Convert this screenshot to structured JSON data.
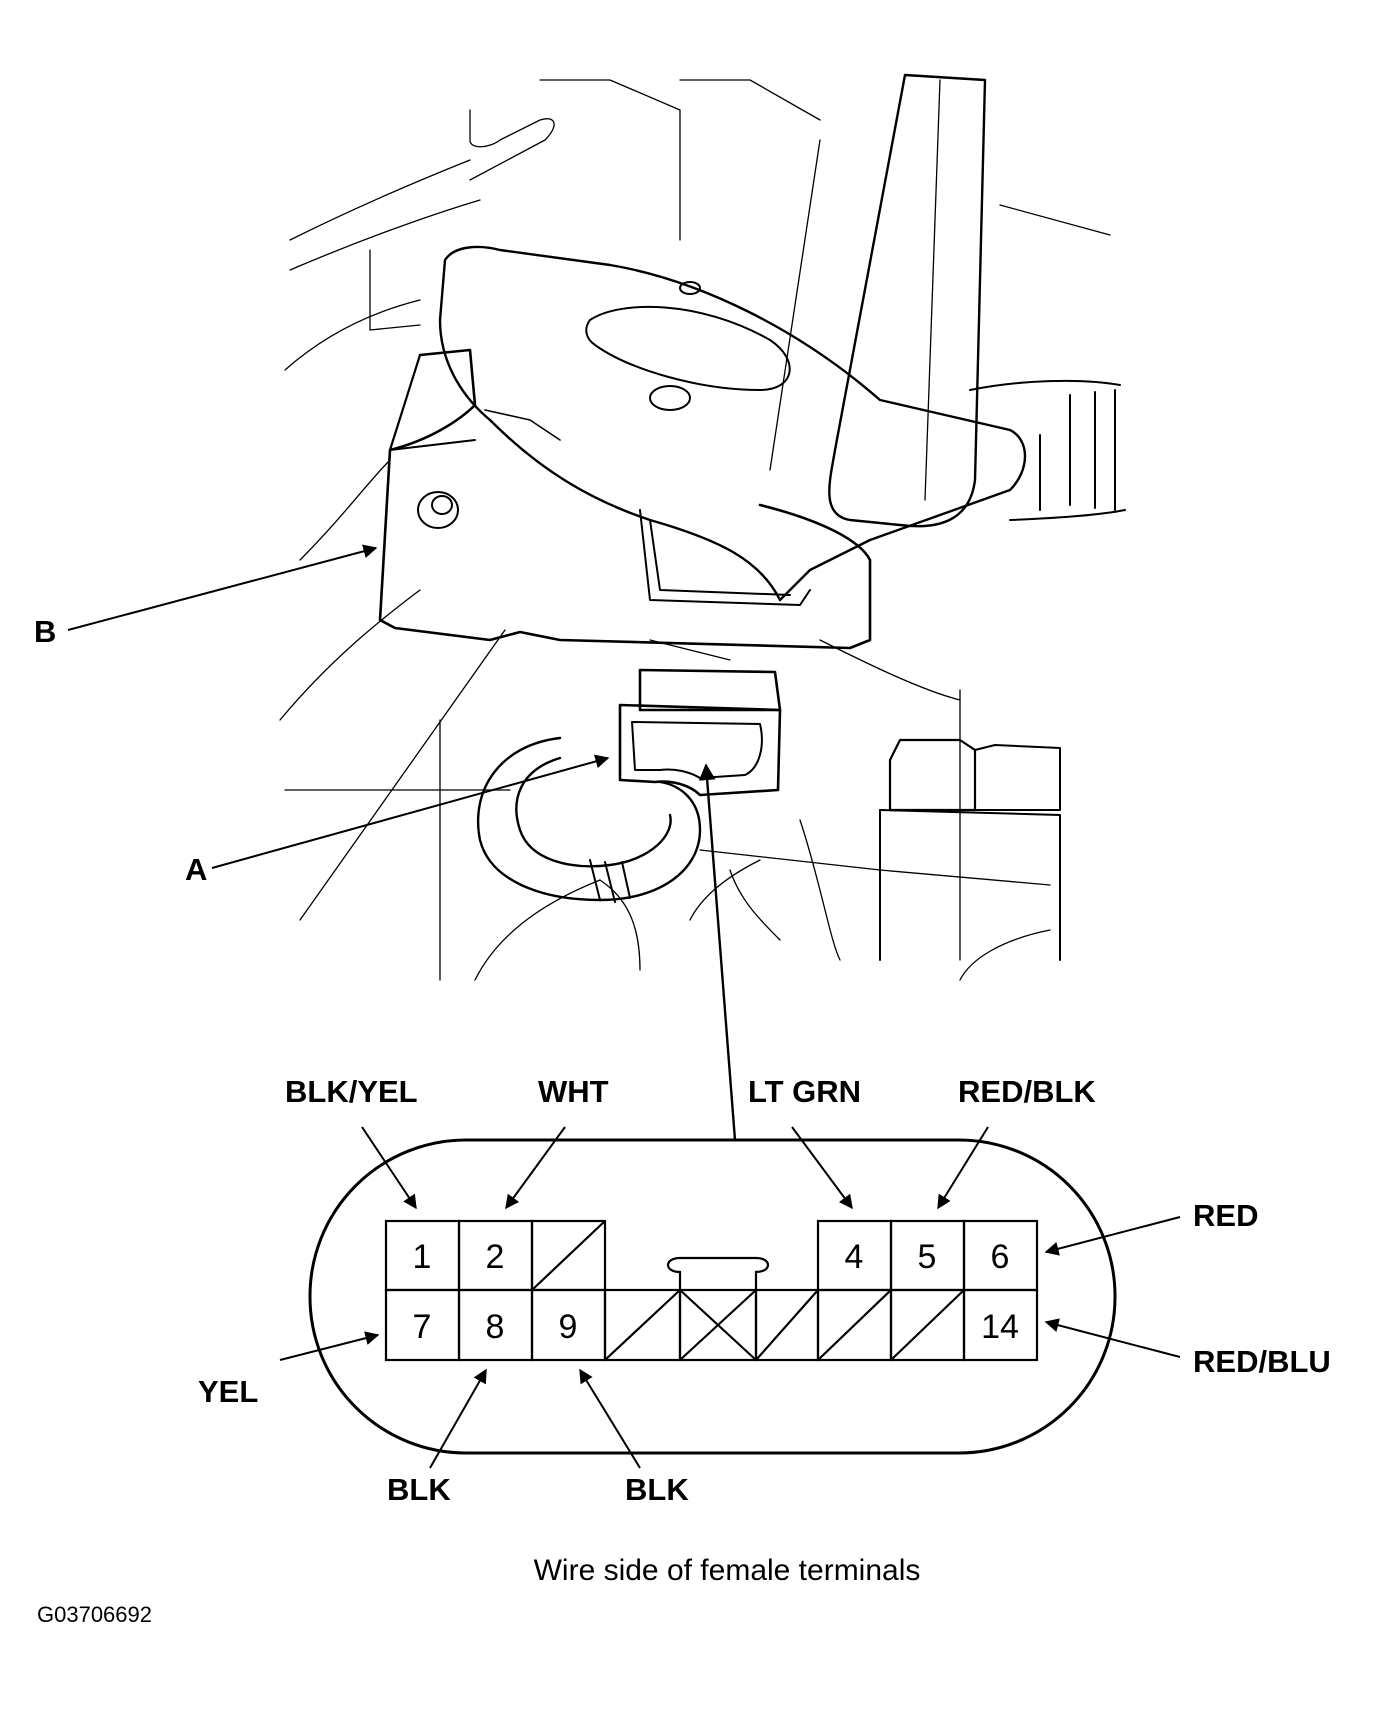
{
  "callouts": {
    "a": "A",
    "b": "B"
  },
  "wire_labels": {
    "blk_yel": "BLK/YEL",
    "wht": "WHT",
    "lt_grn": "LT GRN",
    "red_blk": "RED/BLK",
    "red": "RED",
    "yel": "YEL",
    "red_blu": "RED/BLU",
    "blk_8": "BLK",
    "blk_9": "BLK"
  },
  "terminals": {
    "t1": "1",
    "t2": "2",
    "t4": "4",
    "t5": "5",
    "t6": "6",
    "t7": "7",
    "t8": "8",
    "t9": "9",
    "t14": "14"
  },
  "caption": "Wire side of female terminals",
  "figure_id": "G03706692"
}
